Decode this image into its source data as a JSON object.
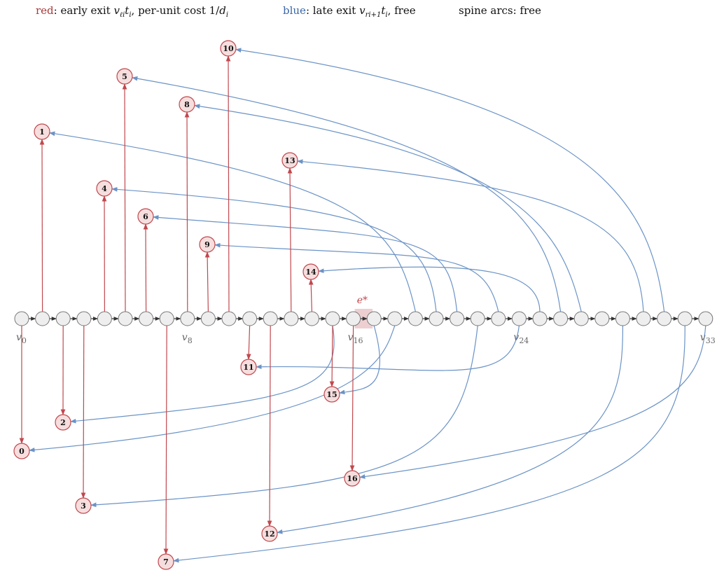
{
  "legend": {
    "red_word": "red",
    "red_text_a": ": early exit ",
    "red_var": "v",
    "red_sub": "ℓi",
    "red_var2": "t",
    "red_sub2": "i",
    "red_text_b": ", per-unit cost 1/",
    "red_var3": "d",
    "red_sub3": "i",
    "blue_word": "blue",
    "blue_text_a": ": late exit ",
    "blue_var": "v",
    "blue_sub": "ri+1",
    "blue_var2": "t",
    "blue_sub2": "i",
    "blue_text_b": ", free",
    "spine_text": "spine arcs: free"
  },
  "colors": {
    "red": "#c0484e",
    "red_fill": "#f6dede",
    "blue": "#6b93c6",
    "spine_node_fill": "#eeeeee",
    "spine_node_stroke": "#777777",
    "highlight": "#e8c3c6"
  },
  "spine": {
    "count": 34,
    "labels": [
      {
        "index": 0,
        "var": "v",
        "sub": "0"
      },
      {
        "index": 8,
        "var": "v",
        "sub": "8"
      },
      {
        "index": 16,
        "var": "v",
        "sub": "16"
      },
      {
        "index": 24,
        "var": "v",
        "sub": "24"
      },
      {
        "index": 33,
        "var": "v",
        "sub": "33"
      }
    ],
    "highlight_edge": {
      "from": 16,
      "to": 17,
      "label": "e*"
    }
  },
  "terminals": [
    {
      "id": "0",
      "red_from": 0,
      "blue_from": 18
    },
    {
      "id": "1",
      "red_from": 1,
      "blue_from": 19
    },
    {
      "id": "2",
      "red_from": 2,
      "blue_from": 15
    },
    {
      "id": "3",
      "red_from": 3,
      "blue_from": 22
    },
    {
      "id": "4",
      "red_from": 4,
      "blue_from": 20
    },
    {
      "id": "5",
      "red_from": 5,
      "blue_from": 26
    },
    {
      "id": "6",
      "red_from": 6,
      "blue_from": 21
    },
    {
      "id": "7",
      "red_from": 7,
      "blue_from": 32
    },
    {
      "id": "8",
      "red_from": 8,
      "blue_from": 27
    },
    {
      "id": "9",
      "red_from": 9,
      "blue_from": 23
    },
    {
      "id": "10",
      "red_from": 10,
      "blue_from": 31
    },
    {
      "id": "11",
      "red_from": 11,
      "blue_from": 24
    },
    {
      "id": "12",
      "red_from": 12,
      "blue_from": 29
    },
    {
      "id": "13",
      "red_from": 13,
      "blue_from": 30
    },
    {
      "id": "14",
      "red_from": 14,
      "blue_from": 25
    },
    {
      "id": "15",
      "red_from": 15,
      "blue_from": 17
    },
    {
      "id": "16",
      "red_from": 16,
      "blue_from": 33
    }
  ]
}
